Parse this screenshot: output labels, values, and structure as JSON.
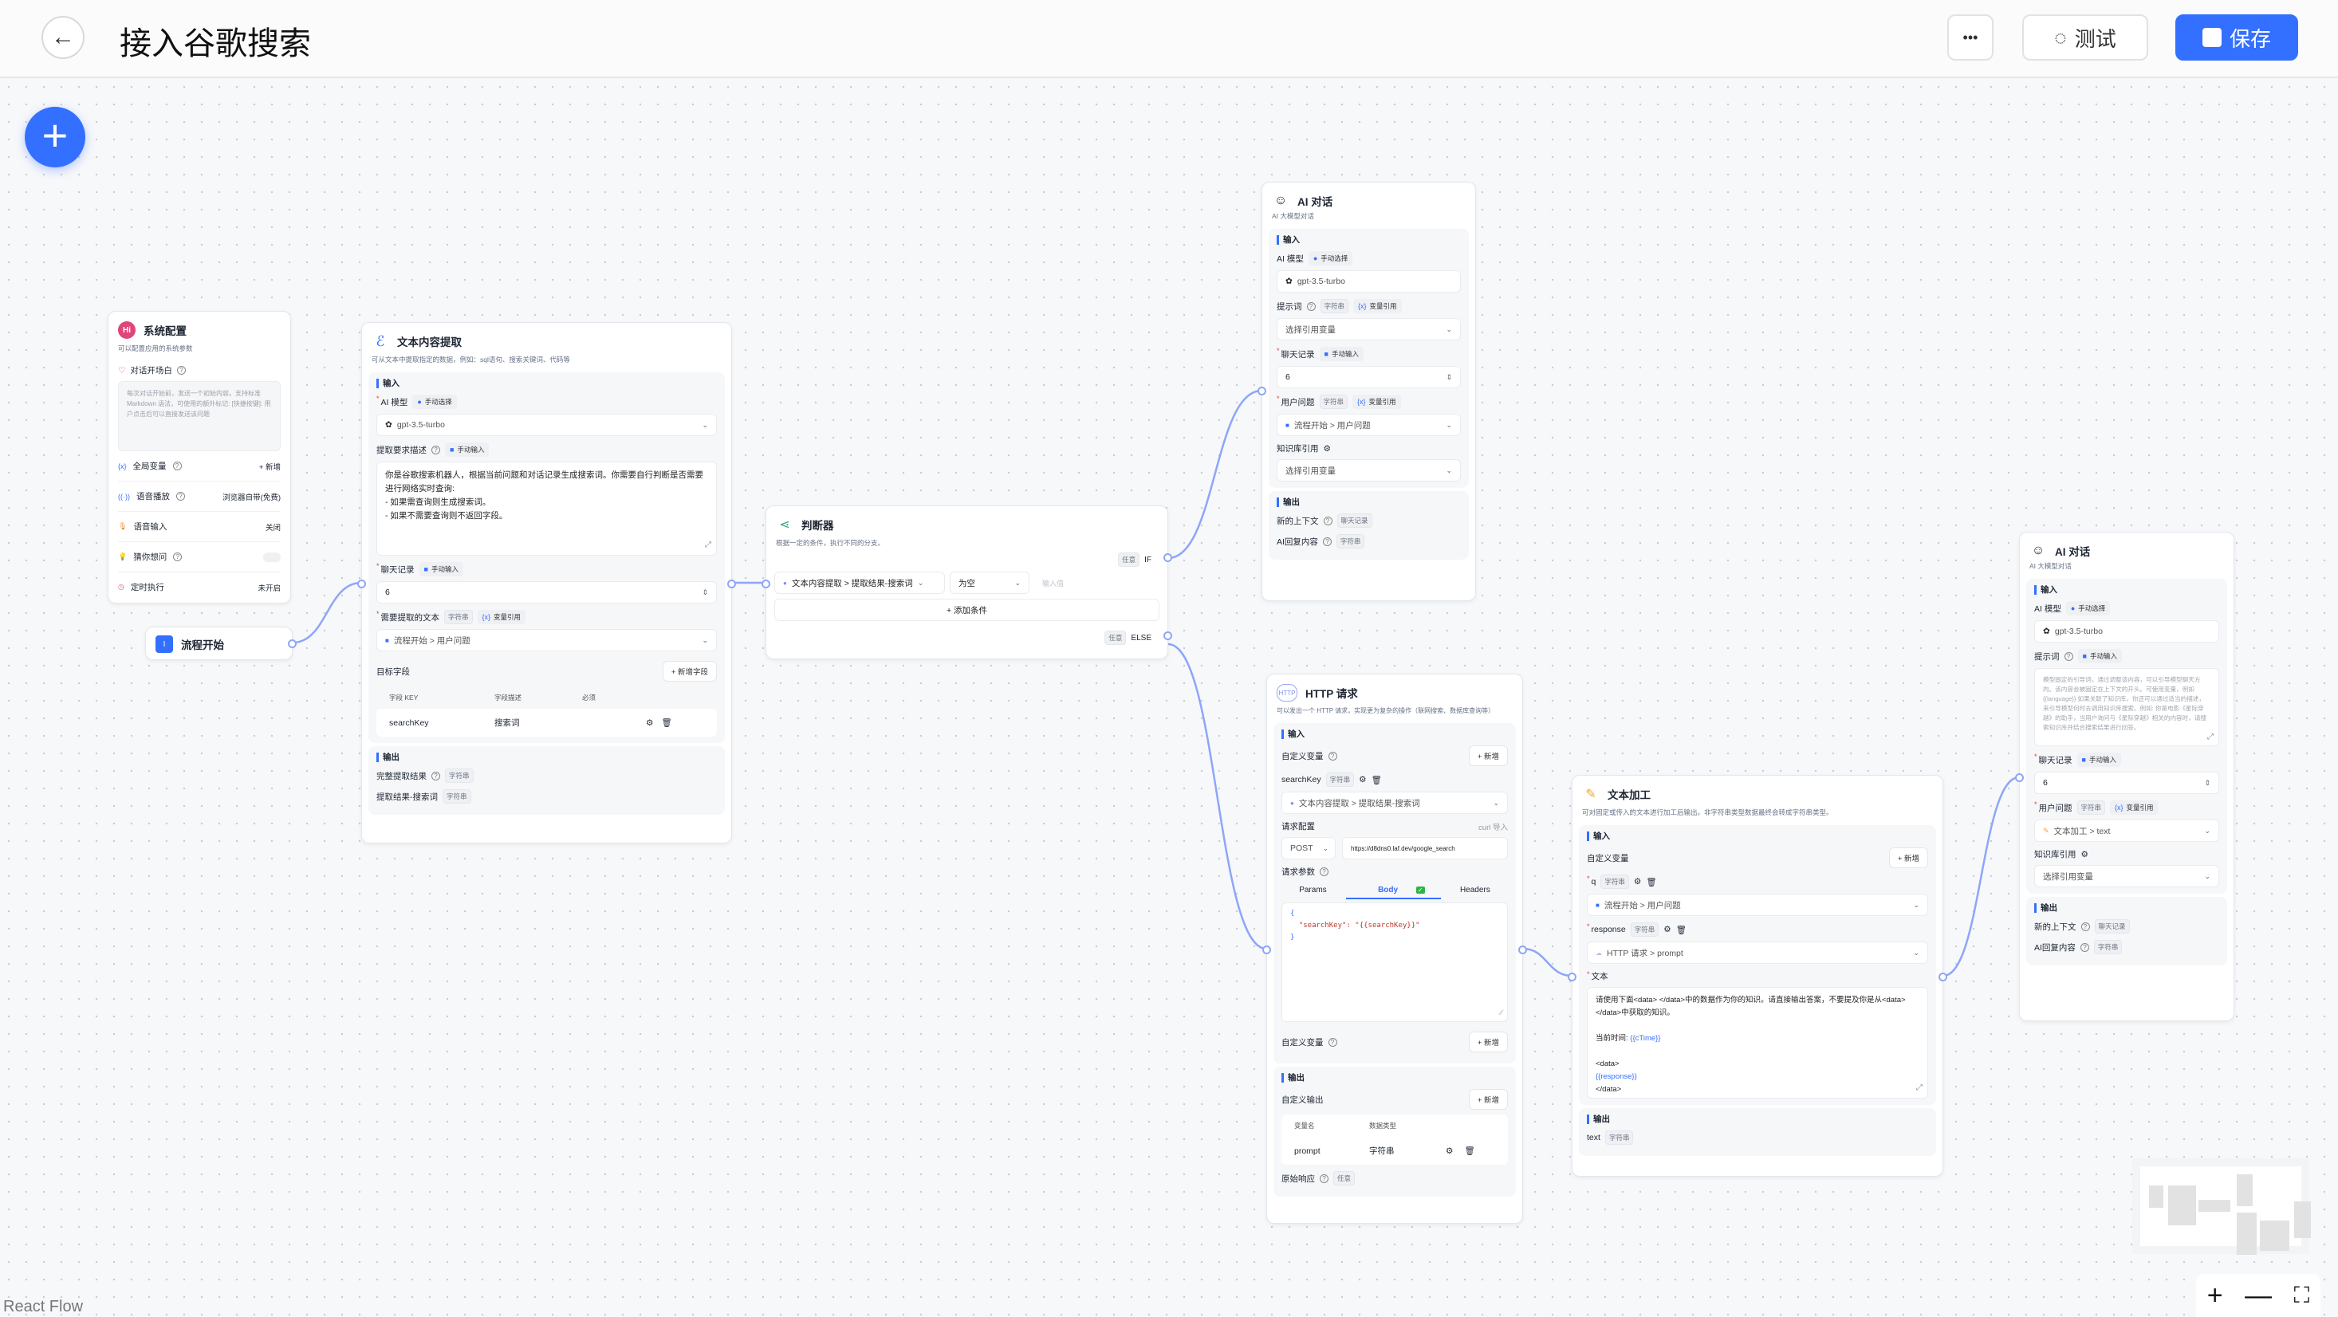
{
  "header": {
    "title": "接入谷歌搜索",
    "more_label": "•••",
    "test_label": "测试",
    "save_label": "保存"
  },
  "colors": {
    "accent": "#3370ff",
    "edge": "#8ea6f7"
  },
  "system_config": {
    "title": "系统配置",
    "desc": "可以配置应用的系统参数",
    "welcome_label": "对话开场白",
    "welcome_placeholder": "每次对话开始前，发送一个初始内容。支持标准 Markdown 语法，可使用的额外标记: [快捷按键]: 用户点击后可以直接发送该问题",
    "rows": [
      {
        "label": "全局变量",
        "value": "+ 新增",
        "icon": "variable-icon"
      },
      {
        "label": "语音播放",
        "value": "浏览器自带(免费)",
        "icon": "speaker-icon"
      },
      {
        "label": "语音输入",
        "value": "关闭",
        "icon": "microphone-icon"
      },
      {
        "label": "猜你想问",
        "value": "",
        "icon": "lightbulb-icon",
        "toggle": false
      },
      {
        "label": "定时执行",
        "value": "未开启",
        "icon": "timer-icon"
      }
    ]
  },
  "flow_start": {
    "title": "流程开始"
  },
  "extract": {
    "title": "文本内容提取",
    "desc": "可从文本中提取指定的数据，例如：sql语句、搜索关键词、代码等",
    "input": "输入",
    "model_label": "AI 模型",
    "model_mode": "手动选择",
    "model": "gpt-3.5-turbo",
    "desc_label": "提取要求描述",
    "desc_mode": "手动输入",
    "prompt": [
      "你是谷歌搜索机器人，根据当前问题和对话记录生成搜索词。你需要自行判断是否需要进行网络实时查询:",
      "- 如果需查询则生成搜索词。",
      "- 如果不需要查询则不返回字段。"
    ],
    "history_label": "聊天记录",
    "history_mode": "手动输入",
    "history_value": "6",
    "text_label": "需要提取的文本",
    "text_type": "字符串",
    "text_mode": "变量引用",
    "text_value": "流程开始 > 用户问题",
    "target_label": "目标字段",
    "add_field": "+ 新增字段",
    "cols": [
      "字段 KEY",
      "字段描述",
      "必须"
    ],
    "field": {
      "key": "searchKey",
      "desc": "搜索词"
    },
    "output": "输出",
    "outputs": [
      {
        "label": "完整提取结果",
        "type": "字符串"
      },
      {
        "label": "提取结果-搜索词",
        "type": "字符串"
      }
    ]
  },
  "judge": {
    "title": "判断器",
    "desc": "根据一定的条件，执行不同的分支。",
    "if_tag": "任意",
    "if": "IF",
    "cond_var": "文本内容提取 > 提取结果-搜索词",
    "cond_op": "为空",
    "cond_value_ph": "输入值",
    "add_cond": "+ 添加条件",
    "else_tag": "任意",
    "else": "ELSE"
  },
  "ai1": {
    "title": "AI 对话",
    "desc": "AI 大模型对话",
    "input": "输入",
    "model_label": "AI 模型",
    "model_mode": "手动选择",
    "model": "gpt-3.5-turbo",
    "prompt_label": "提示词",
    "prompt_type": "字符串",
    "prompt_mode": "变量引用",
    "prompt_value": "选择引用变量",
    "history_label": "聊天记录",
    "history_mode": "手动输入",
    "history_value": "6",
    "question_label": "用户问题",
    "question_type": "字符串",
    "question_mode": "变量引用",
    "question_value": "流程开始 > 用户问题",
    "kb_label": "知识库引用",
    "kb_value": "选择引用变量",
    "output": "输出",
    "outputs": [
      {
        "label": "新的上下文",
        "type": "聊天记录"
      },
      {
        "label": "AI回复内容",
        "type": "字符串"
      }
    ]
  },
  "http": {
    "title": "HTTP 请求",
    "desc": "可以发出一个 HTTP 请求，实现更为复杂的操作（联网搜索、数据库查询等）",
    "input": "输入",
    "custom_var": "自定义变量",
    "add": "+ 新增",
    "var_name": "searchKey",
    "var_type": "字符串",
    "var_value": "文本内容提取 > 提取结果-搜索词",
    "req_label": "请求配置",
    "curl": "curl 导入",
    "method": "POST",
    "url": "https://d8dns0.laf.dev/google_search",
    "params_label": "请求参数",
    "tabs": [
      "Params",
      "Body",
      "Headers"
    ],
    "body": [
      "{",
      "  \"searchKey\": \"{{searchKey}}\"",
      "}"
    ],
    "custom_var2": "自定义变量",
    "output": "输出",
    "custom_out": "自定义输出",
    "out_cols": [
      "变量名",
      "数据类型"
    ],
    "out_row": {
      "name": "prompt",
      "type": "字符串"
    },
    "raw_label": "原始响应",
    "raw_type": "任意"
  },
  "textproc": {
    "title": "文本加工",
    "desc": "可对固定或传入的文本进行加工后输出，非字符串类型数据最终会转成字符串类型。",
    "input": "输入",
    "custom_var": "自定义变量",
    "add": "+ 新增",
    "vars": [
      {
        "name": "q",
        "type": "字符串",
        "value": "流程开始 > 用户问题"
      },
      {
        "name": "response",
        "type": "字符串",
        "value": "HTTP 请求 > prompt"
      }
    ],
    "text_label": "文本",
    "text_lines": [
      "请使用下面<data> </data>中的数据作为你的知识。请直接输出答案，不要提及你是从<data> </data>中获取的知识。",
      "",
      "当前时间: ",
      "",
      "<data>",
      "{{response}}",
      "</data>"
    ],
    "ctime": "{{cTime}}",
    "output": "输出",
    "out": {
      "label": "text",
      "type": "字符串"
    }
  },
  "ai2": {
    "title": "AI 对话",
    "desc": "AI 大模型对话",
    "input": "输入",
    "model_label": "AI 模型",
    "model_mode": "手动选择",
    "model": "gpt-3.5-turbo",
    "prompt_label": "提示词",
    "prompt_mode": "手动输入",
    "prompt_ph": "模型固定的引导词，通过调整该内容，可以引导模型聊天方向。该内容会被固定在上下文的开头。可使用变量，例如 {{language}} 如果关联了知识库，你还可以通过适当的描述，来引导模型何时去调用知识库搜索。例如: 你是电影《星际穿越》的助手，当用户询问与《星际穿越》相关的内容时，请搜索知识库并结合搜索结果进行回答。",
    "history_label": "聊天记录",
    "history_mode": "手动输入",
    "history_value": "6",
    "question_label": "用户问题",
    "question_type": "字符串",
    "question_mode": "变量引用",
    "question_value": "文本加工 > text",
    "kb_label": "知识库引用",
    "kb_value": "选择引用变量",
    "output": "输出",
    "outputs": [
      {
        "label": "新的上下文",
        "type": "聊天记录"
      },
      {
        "label": "AI回复内容",
        "type": "字符串"
      }
    ]
  },
  "controls": {
    "zoom_in": "+",
    "zoom_out": "—",
    "fit": "⛶"
  },
  "attribution": "React Flow"
}
